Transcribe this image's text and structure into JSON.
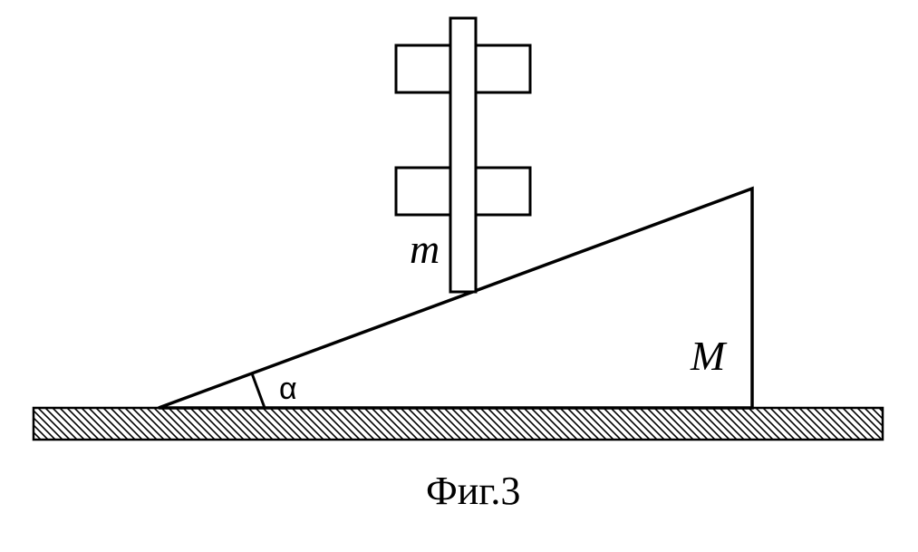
{
  "diagram": {
    "labels": {
      "rod_mass": "m",
      "wedge_mass": "M",
      "angle": "α"
    },
    "caption": "Фиг.3"
  },
  "colors": {
    "stroke": "#000000",
    "background": "#ffffff"
  }
}
